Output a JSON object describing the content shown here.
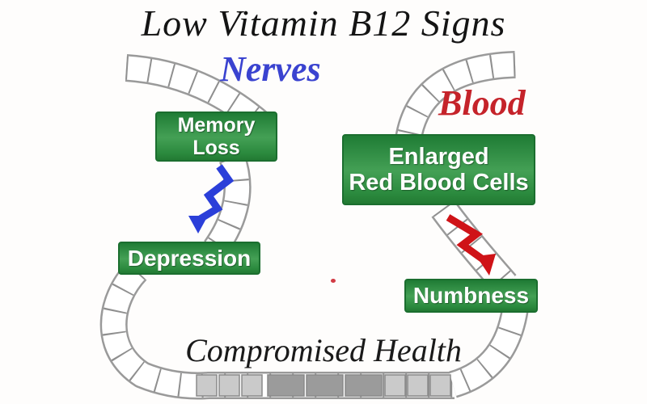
{
  "title": "Low Vitamin B12 Signs",
  "tracks": {
    "nerves": {
      "label": "Nerves",
      "color": "#3a43d0",
      "arrow_color": "#2b3fd9",
      "boxes": [
        {
          "lines": [
            "Memory",
            "Loss"
          ]
        },
        {
          "lines": [
            "Depression"
          ]
        }
      ]
    },
    "blood": {
      "label": "Blood",
      "color": "#c5232a",
      "arrow_color": "#cf1318",
      "boxes": [
        {
          "lines": [
            "Enlarged",
            "Red Blood Cells"
          ]
        },
        {
          "lines": [
            "Numbness"
          ]
        }
      ]
    }
  },
  "footer": {
    "label": "Compromised Health"
  },
  "box_style": {
    "fill": "#2f8f43",
    "text_color": "#ffffff"
  },
  "track_style": {
    "rail_color": "#9a9a9a",
    "cell_light": "#cacaca",
    "cell_dark": "#9b9b9b"
  }
}
